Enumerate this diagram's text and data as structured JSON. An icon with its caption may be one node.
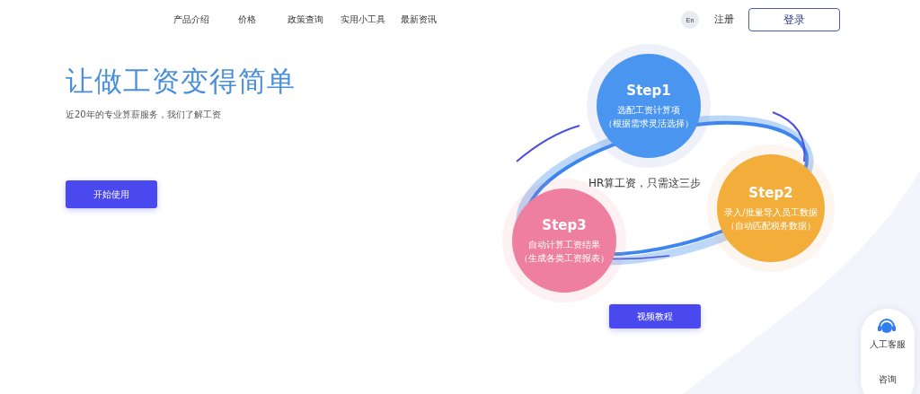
{
  "diagram": {
    "title": "让做工资变得简单",
    "nodes": [
      {
        "text": [
          "Step1",
          "选配工资计算项",
          "（根据需求灵活选择）"
        ]
      },
      {
        "text": [
          "Step2",
          "录入/批量导入员工数据",
          "（自动匹配税务数据）"
        ]
      },
      {
        "text": [
          "Step3",
          "自动计算工资结果",
          "（生成各类工资报表）"
        ]
      }
    ],
    "labels": [
      "产品介绍",
      "价格",
      "政策查询",
      "实用小工具",
      "最新资讯",
      "En",
      "注册",
      "登录",
      "近20年的专业算薪服务，我们了解工资",
      "开始使用",
      "HR算工资，只需这三步",
      "视频教程",
      "人工客服",
      "咨询"
    ]
  }
}
